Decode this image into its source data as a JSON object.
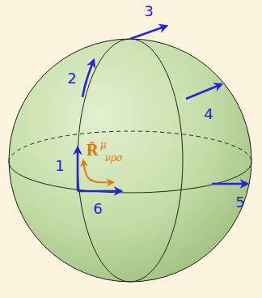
{
  "diagram": {
    "labels": [
      "1",
      "2",
      "3",
      "4",
      "5",
      "6",
      "R̂",
      "μ",
      "νρσ"
    ]
  }
}
